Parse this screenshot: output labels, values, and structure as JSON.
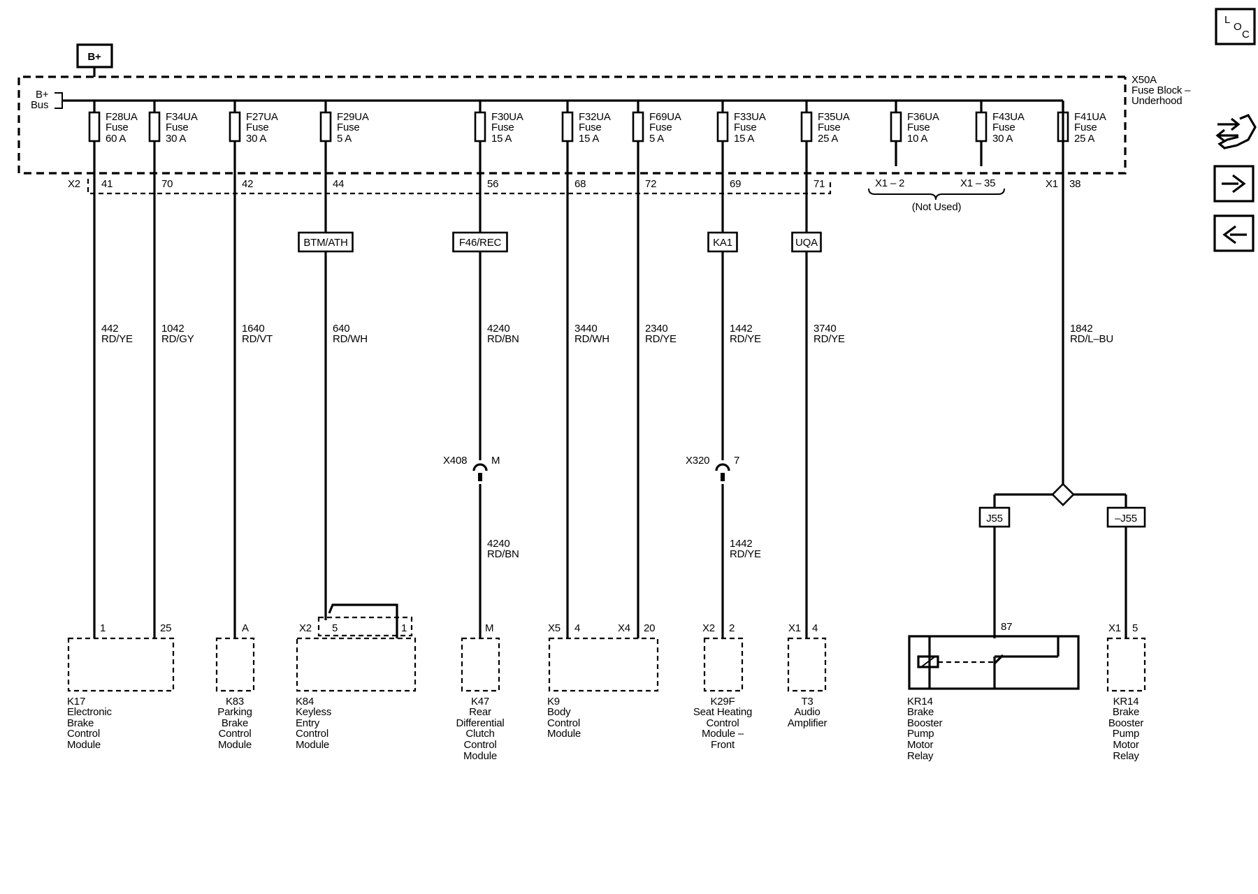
{
  "power": {
    "source": "B+",
    "bus": [
      "B+",
      "Bus"
    ]
  },
  "fuse_block": {
    "id": "X50A",
    "name": [
      "Fuse Block –",
      "Underhood"
    ]
  },
  "connectors": {
    "x2": "X2",
    "x1": "X1",
    "not_used": "(Not Used)",
    "unused_1": "X1 – 2",
    "unused_2": "X1 – 35",
    "x1_pin": "38"
  },
  "fuses": [
    {
      "id": "F28UA",
      "word": "Fuse",
      "rating": "60 A",
      "pin": "41",
      "option": "",
      "wire": "442",
      "color": "RD/YE",
      "inline": null,
      "wire2": null,
      "color2": null
    },
    {
      "id": "F34UA",
      "word": "Fuse",
      "rating": "30 A",
      "pin": "70",
      "option": "",
      "wire": "1042",
      "color": "RD/GY",
      "inline": null,
      "wire2": null,
      "color2": null
    },
    {
      "id": "F27UA",
      "word": "Fuse",
      "rating": "30 A",
      "pin": "42",
      "option": "",
      "wire": "1640",
      "color": "RD/VT",
      "inline": null,
      "wire2": null,
      "color2": null
    },
    {
      "id": "F29UA",
      "word": "Fuse",
      "rating": "5 A",
      "pin": "44",
      "option": "BTM/ATH",
      "wire": "640",
      "color": "RD/WH",
      "inline": null,
      "wire2": null,
      "color2": null
    },
    {
      "id": "F30UA",
      "word": "Fuse",
      "rating": "15 A",
      "pin": "56",
      "option": "F46/REC",
      "wire": "4240",
      "color": "RD/BN",
      "inline": {
        "conn": "X408",
        "pin": "M"
      },
      "wire2": "4240",
      "color2": "RD/BN"
    },
    {
      "id": "F32UA",
      "word": "Fuse",
      "rating": "15 A",
      "pin": "68",
      "option": "",
      "wire": "3440",
      "color": "RD/WH",
      "inline": null,
      "wire2": null,
      "color2": null
    },
    {
      "id": "F69UA",
      "word": "Fuse",
      "rating": "5 A",
      "pin": "72",
      "option": "",
      "wire": "2340",
      "color": "RD/YE",
      "inline": null,
      "wire2": null,
      "color2": null
    },
    {
      "id": "F33UA",
      "word": "Fuse",
      "rating": "15 A",
      "pin": "69",
      "option": "KA1",
      "wire": "1442",
      "color": "RD/YE",
      "inline": {
        "conn": "X320",
        "pin": "7"
      },
      "wire2": "1442",
      "color2": "RD/YE"
    },
    {
      "id": "F35UA",
      "word": "Fuse",
      "rating": "25 A",
      "pin": "71",
      "option": "UQA",
      "wire": "3740",
      "color": "RD/YE",
      "inline": null,
      "wire2": null,
      "color2": null
    },
    {
      "id": "F36UA",
      "word": "Fuse",
      "rating": "10 A",
      "pin": "",
      "option": "",
      "wire": "",
      "color": "",
      "inline": null,
      "wire2": null,
      "color2": null
    },
    {
      "id": "F43UA",
      "word": "Fuse",
      "rating": "30 A",
      "pin": "",
      "option": "",
      "wire": "",
      "color": "",
      "inline": null,
      "wire2": null,
      "color2": null
    },
    {
      "id": "F41UA",
      "word": "Fuse",
      "rating": "25 A",
      "pin": "",
      "option": "",
      "wire": "1842",
      "color": "RD/L–BU",
      "inline": null,
      "wire2": null,
      "color2": null
    }
  ],
  "options_split": {
    "left": "J55",
    "right": "–J55"
  },
  "modules": [
    {
      "id": "K17",
      "name": [
        "Electronic",
        "Brake",
        "Control",
        "Module"
      ],
      "conn": "",
      "pins": [
        "1",
        "25"
      ]
    },
    {
      "id": "K83",
      "name": [
        "Parking",
        "Brake",
        "Control",
        "Module"
      ],
      "conn": "",
      "pins": [
        "A"
      ]
    },
    {
      "id": "K84",
      "name": [
        "Keyless",
        "Entry",
        "Control",
        "Module"
      ],
      "conn": "X2",
      "pins": [
        "5",
        "1"
      ]
    },
    {
      "id": "K47",
      "name": [
        "Rear",
        "Differential",
        "Clutch",
        "Control",
        "Module"
      ],
      "conn": "",
      "pins": [
        "M"
      ]
    },
    {
      "id": "K9",
      "name": [
        "Body",
        "Control",
        "Module"
      ],
      "conn": "X5",
      "conn2": "X4",
      "pins": [
        "4",
        "20"
      ]
    },
    {
      "id": "K29F",
      "name": [
        "Seat Heating",
        "Control",
        "Module –",
        "Front"
      ],
      "conn": "X2",
      "pins": [
        "2"
      ]
    },
    {
      "id": "T3",
      "name": [
        "Audio",
        "Amplifier"
      ],
      "conn": "X1",
      "pins": [
        "4"
      ]
    },
    {
      "id": "KR14",
      "name": [
        "Brake",
        "Booster",
        "Pump",
        "Motor",
        "Relay"
      ],
      "conn": "",
      "pins": [
        "87"
      ]
    },
    {
      "id": "KR14",
      "name": [
        "Brake",
        "Booster",
        "Pump",
        "Motor",
        "Relay"
      ],
      "conn": "X1",
      "pins": [
        "5"
      ]
    }
  ],
  "nav": {
    "loc": [
      "L",
      "O",
      "C"
    ]
  },
  "icons": [
    "loc-icon",
    "connector-tools-icon",
    "next-arrow-icon",
    "previous-arrow-icon"
  ]
}
